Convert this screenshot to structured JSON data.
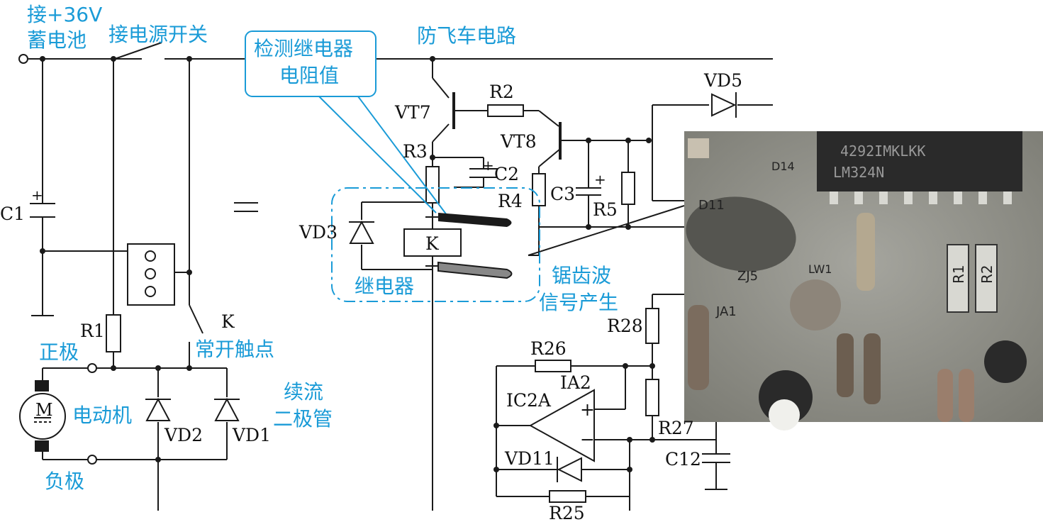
{
  "colors": {
    "wire": "#1a1a1a",
    "annotation": "#1a9bd7",
    "photo_bg": "#8f8f88",
    "board_text": "#2a2a2a"
  },
  "annotations": {
    "battery_1": "接+36V",
    "battery_2": "蓄电池",
    "power_switch": "接电源开关",
    "relay_check_1": "检测继电器",
    "relay_check_2": "电阻值",
    "anti_runaway": "防飞车电路",
    "relay": "继电器",
    "sawtooth_1": "锯齿波",
    "sawtooth_2": "信号产生",
    "positive": "正极",
    "negative": "负极",
    "motor": "电动机",
    "no_contact": "常开触点",
    "freewheel_1": "续流",
    "freewheel_2": "二极管"
  },
  "components": {
    "c1": "C1",
    "r1": "R1",
    "k": "K",
    "relay_k": "K",
    "motor_m": "M",
    "vd1": "VD1",
    "vd2": "VD2",
    "vd3": "VD3",
    "vd5": "VD5",
    "vd11": "VD11",
    "vt7": "VT7",
    "vt8": "VT8",
    "r2": "R2",
    "r3": "R3",
    "r4": "R4",
    "r5": "R5",
    "c2": "C2",
    "c3": "C3",
    "r25": "R25",
    "r26": "R26",
    "r27": "R27",
    "r28": "R28",
    "c12": "C12",
    "ic2a": "IC2A",
    "ia2": "IA2",
    "op_plus": "+",
    "op_minus": "−"
  },
  "photo_labels": {
    "chip": "4292IMKLKK",
    "chip2": "LM324N",
    "d11": "D11",
    "d14": "D14",
    "r1": "R1",
    "r2": "R2",
    "zj5": "ZJ5",
    "ja1": "JA1",
    "lw": "LW1"
  }
}
